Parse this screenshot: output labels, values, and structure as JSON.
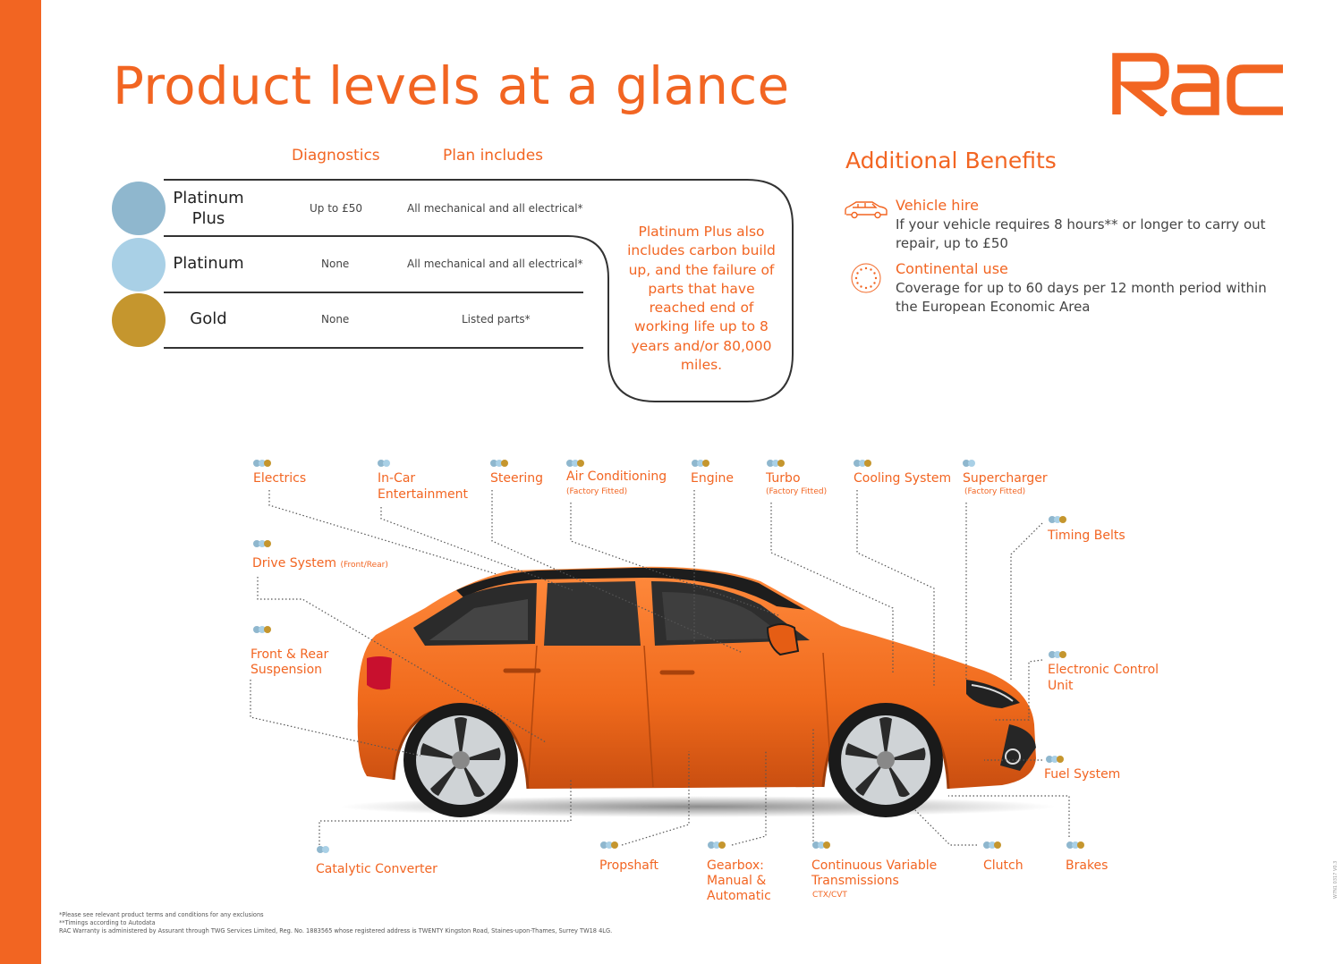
{
  "title": "Product levels at a glance",
  "brand": {
    "logo_text": "RAC",
    "color": "#f26522"
  },
  "table": {
    "headers": {
      "diagnostics": "Diagnostics",
      "plan": "Plan includes"
    },
    "tiers": [
      {
        "name": "Platinum Plus",
        "color": "#8fb7ce",
        "diagnostics": "Up to £50",
        "plan": "All mechanical and all electrical*"
      },
      {
        "name": "Platinum",
        "color": "#a9d0e6",
        "diagnostics": "None",
        "plan": "All mechanical and all electrical*"
      },
      {
        "name": "Gold",
        "color": "#c5962e",
        "diagnostics": "None",
        "plan": "Listed parts*"
      }
    ],
    "platinum_plus_note": "Platinum Plus also includes carbon build up, and the failure of parts that have reached end of working life up to 8 years and/or 80,000 miles."
  },
  "benefits": {
    "title": "Additional Benefits",
    "items": [
      {
        "icon": "car-icon",
        "title": "Vehicle hire",
        "text": "If your vehicle requires 8 hours** or longer to carry out repair, up to £50"
      },
      {
        "icon": "eu-stars-icon",
        "title": "Continental use",
        "text": "Coverage for up to 60 days per 12 month period within the European Economic Area"
      }
    ]
  },
  "parts": {
    "electrics": {
      "label": "Electrics"
    },
    "in_car": {
      "label1": "In-Car",
      "label2": "Entertainment"
    },
    "steering": {
      "label": "Steering"
    },
    "air_con": {
      "label": "Air Conditioning",
      "sub": "(Factory Fitted)"
    },
    "engine": {
      "label": "Engine"
    },
    "turbo": {
      "label": "Turbo",
      "sub": "(Factory Fitted)"
    },
    "cooling": {
      "label": "Cooling System"
    },
    "supercharger": {
      "label": "Supercharger",
      "sub": "(Factory Fitted)"
    },
    "timing": {
      "label": "Timing Belts"
    },
    "drive": {
      "label": "Drive System",
      "sub": "(Front/Rear)"
    },
    "suspension": {
      "label1": "Front & Rear",
      "label2": "Suspension"
    },
    "ecu": {
      "label1": "Electronic Control",
      "label2": "Unit"
    },
    "fuel": {
      "label": "Fuel System"
    },
    "catalytic": {
      "label": "Catalytic Converter"
    },
    "propshaft": {
      "label": "Propshaft"
    },
    "gearbox": {
      "label1": "Gearbox:",
      "label2": "Manual &",
      "label3": "Automatic"
    },
    "cvt": {
      "label1": "Continuous Variable",
      "label2": "Transmissions",
      "sub": "CTX/CVT"
    },
    "clutch": {
      "label": "Clutch"
    },
    "brakes": {
      "label": "Brakes"
    }
  },
  "footnotes": {
    "line1": "*Please see relevant product terms and conditions for any exclusions",
    "line2": "**Timings according to Autodata",
    "line3": "RAC Warranty is administered by Assurant through TWG Services Limited, Reg. No. 1883565  whose registered address is TWENTY Kingston Road, Staines-upon-Thames, Surrey TW18 4LG."
  },
  "side_code": "W7N1 0317 V0.3"
}
